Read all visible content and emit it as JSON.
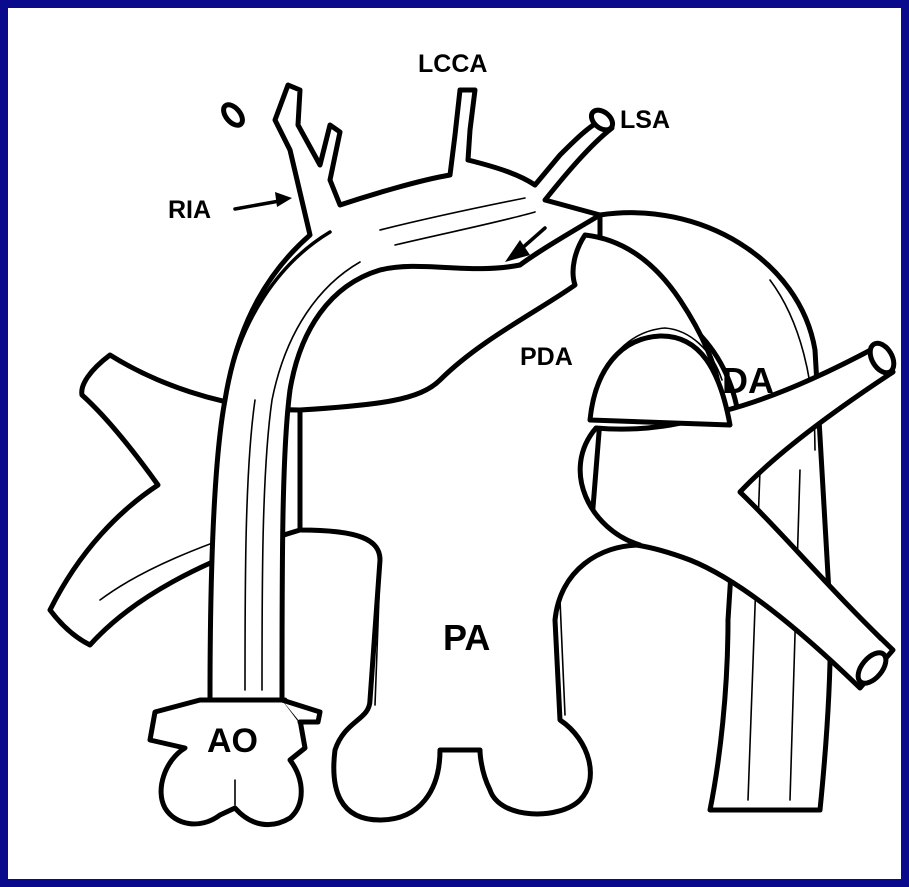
{
  "colors": {
    "frame": "#0a0a8c",
    "background": "#ffffff",
    "ink": "#000000"
  },
  "labels": {
    "lcca": "LCCA",
    "lsa": "LSA",
    "ria": "RIA",
    "pda": "PDA",
    "da": "DA",
    "pa": "PA",
    "ao": "AO"
  }
}
